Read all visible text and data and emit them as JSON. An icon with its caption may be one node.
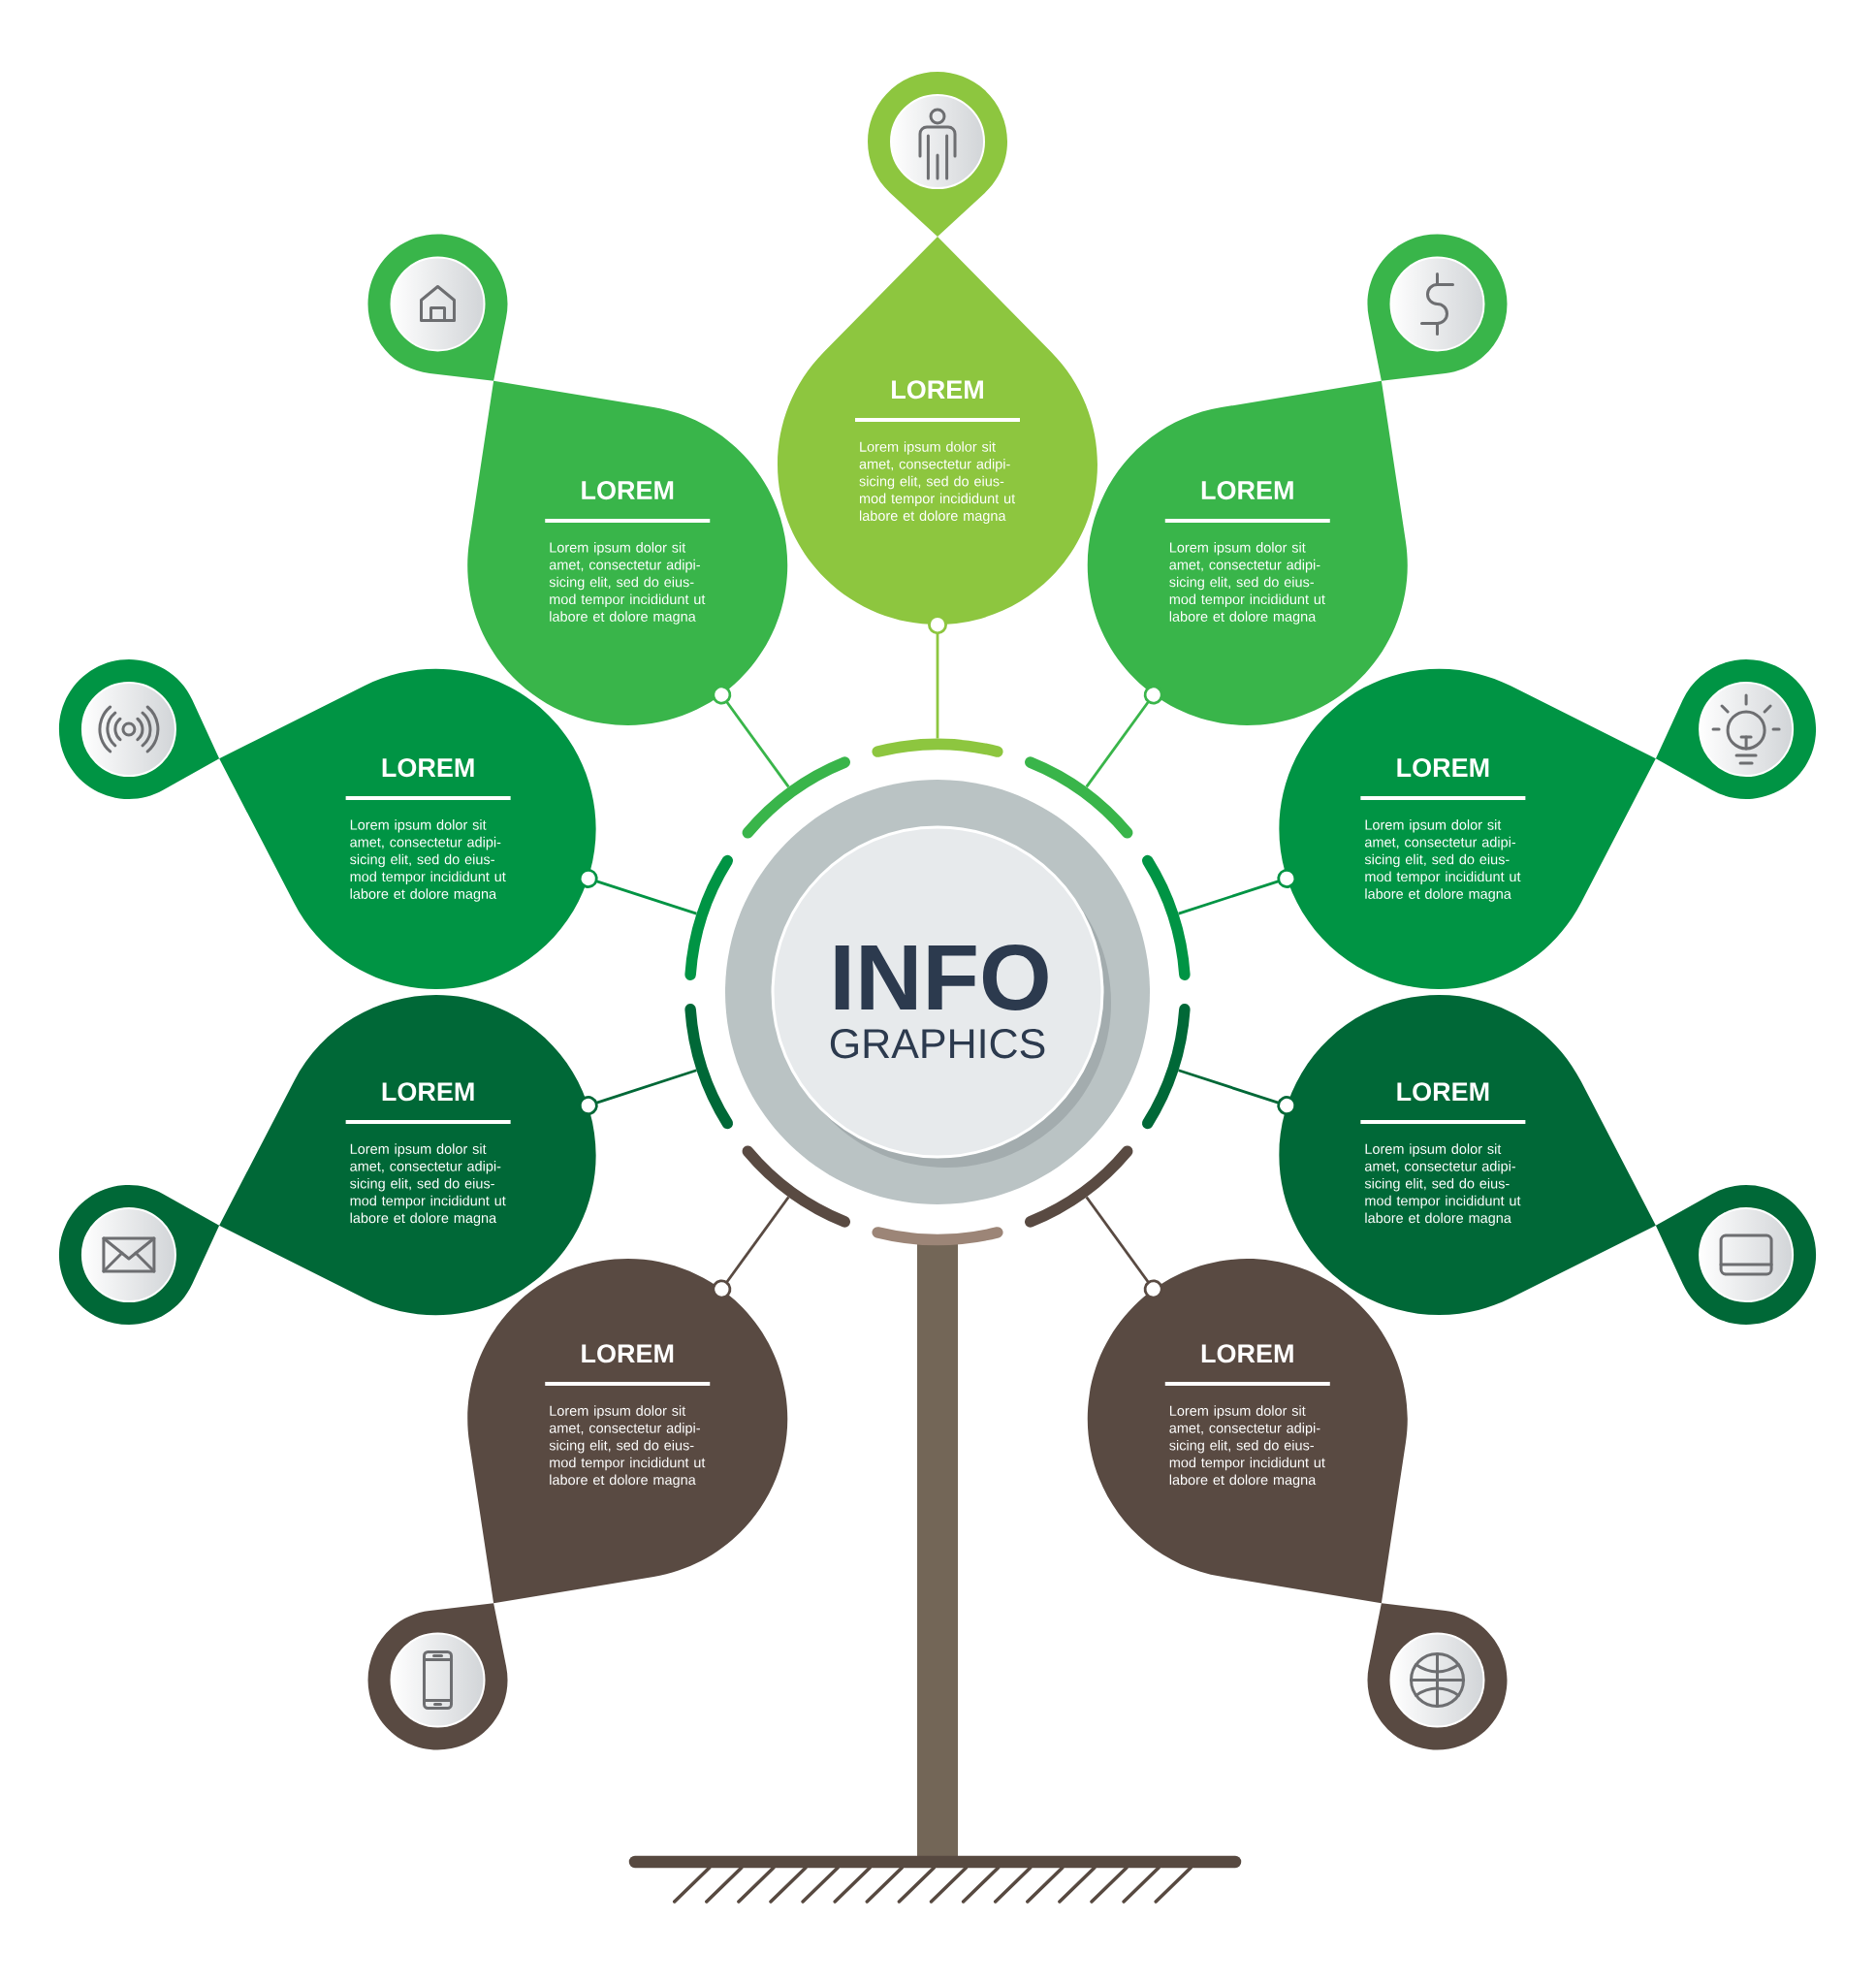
{
  "diagram": {
    "nodes": [
      {
        "text": [
          "LOREM",
          "Lorem ipsum dolor sit amet, consectetur adipi- sicing elit, sed do eius- mod tempor incididunt ut labore et dolore magna"
        ]
      },
      {
        "text": [
          "LOREM",
          "Lorem ipsum dolor sit amet, consectetur adipi- sicing elit, sed do eius- mod tempor incididunt ut labore et dolore magna"
        ]
      },
      {
        "text": [
          "LOREM",
          "Lorem ipsum dolor sit amet, consectetur adipi- sicing elit, sed do eius- mod tempor incididunt ut labore et dolore magna"
        ]
      },
      {
        "text": [
          "LOREM",
          "Lorem ipsum dolor sit amet, consectetur adipi- sicing elit, sed do eius- mod tempor incididunt ut labore et dolore magna"
        ]
      },
      {
        "text": [
          "LOREM",
          "Lorem ipsum dolor sit amet, consectetur adipi- sicing elit, sed do eius- mod tempor incididunt ut labore et dolore magna"
        ]
      },
      {
        "text": [
          "INFO",
          "GRAPHICS"
        ]
      },
      {
        "text": [
          "LOREM",
          "Lorem ipsum dolor sit amet, consectetur adipi- sicing elit, sed do eius- mod tempor incididunt ut labore et dolore magna"
        ]
      },
      {
        "text": [
          "LOREM",
          "Lorem ipsum dolor sit amet, consectetur adipi- sicing elit, sed do eius- mod tempor incididunt ut labore et dolore magna"
        ]
      },
      {
        "text": [
          "LOREM",
          "Lorem ipsum dolor sit amet, consectetur adipi- sicing elit, sed do eius- mod tempor incididunt ut labore et dolore magna"
        ]
      },
      {
        "text": [
          "LOREM",
          "Lorem ipsum dolor sit amet, consectetur adipi- sicing elit, sed do eius- mod tempor incididunt ut labore et dolore magna"
        ]
      },
      {
        "text": [],
        "shape": "arc"
      },
      {
        "text": [],
        "shape": "arc"
      },
      {
        "text": [],
        "shape": "arc"
      },
      {
        "text": [],
        "shape": "arc"
      },
      {
        "text": [],
        "shape": "arc"
      },
      {
        "text": [],
        "shape": "arc"
      },
      {
        "text": [],
        "shape": "arc"
      },
      {
        "text": [],
        "shape": "arc"
      },
      {
        "text": [],
        "shape": "arc"
      }
    ],
    "edges": [
      {
        "from": 0,
        "to": 10,
        "arrow": "other",
        "color": "#8dc63f"
      },
      {
        "from": 1,
        "to": 11,
        "arrow": "other",
        "color": "#39b54a"
      },
      {
        "from": 2,
        "to": 12,
        "arrow": "other",
        "color": "#39b54a"
      },
      {
        "from": 3,
        "to": 13,
        "arrow": "other",
        "color": "#009444"
      },
      {
        "from": 4,
        "to": 14,
        "arrow": "other",
        "color": "#009444"
      },
      {
        "from": 6,
        "to": 15,
        "arrow": "other",
        "color": "#006837"
      },
      {
        "from": 7,
        "to": 16,
        "arrow": "other",
        "color": "#006837"
      },
      {
        "from": 8,
        "to": 17,
        "arrow": "other",
        "color": "#594a42"
      },
      {
        "from": 9,
        "to": 18,
        "arrow": "other",
        "color": "#594a42"
      }
    ]
  }
}
